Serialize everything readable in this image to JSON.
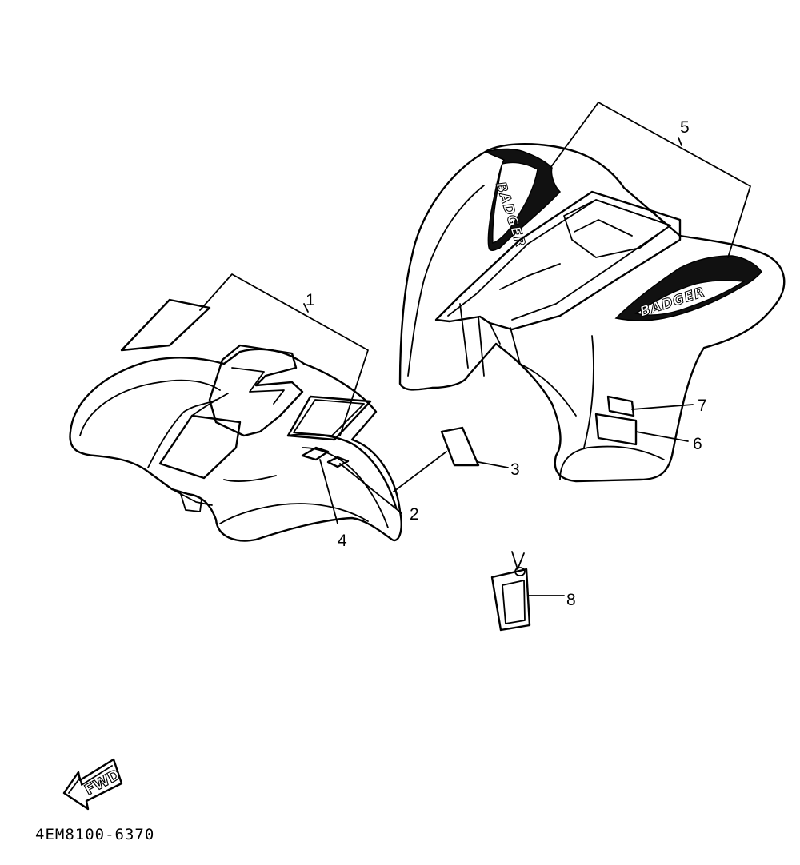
{
  "callouts": [
    {
      "id": "1",
      "label": "1"
    },
    {
      "id": "2",
      "label": "2"
    },
    {
      "id": "3",
      "label": "3"
    },
    {
      "id": "4",
      "label": "4"
    },
    {
      "id": "5",
      "label": "5"
    },
    {
      "id": "6",
      "label": "6"
    },
    {
      "id": "7",
      "label": "7"
    },
    {
      "id": "8",
      "label": "8"
    }
  ],
  "decals": {
    "side_left": "BADGER",
    "side_right": "BADGER"
  },
  "direction_arrow": "FWD",
  "drawing_number": "4EM8100-6370"
}
